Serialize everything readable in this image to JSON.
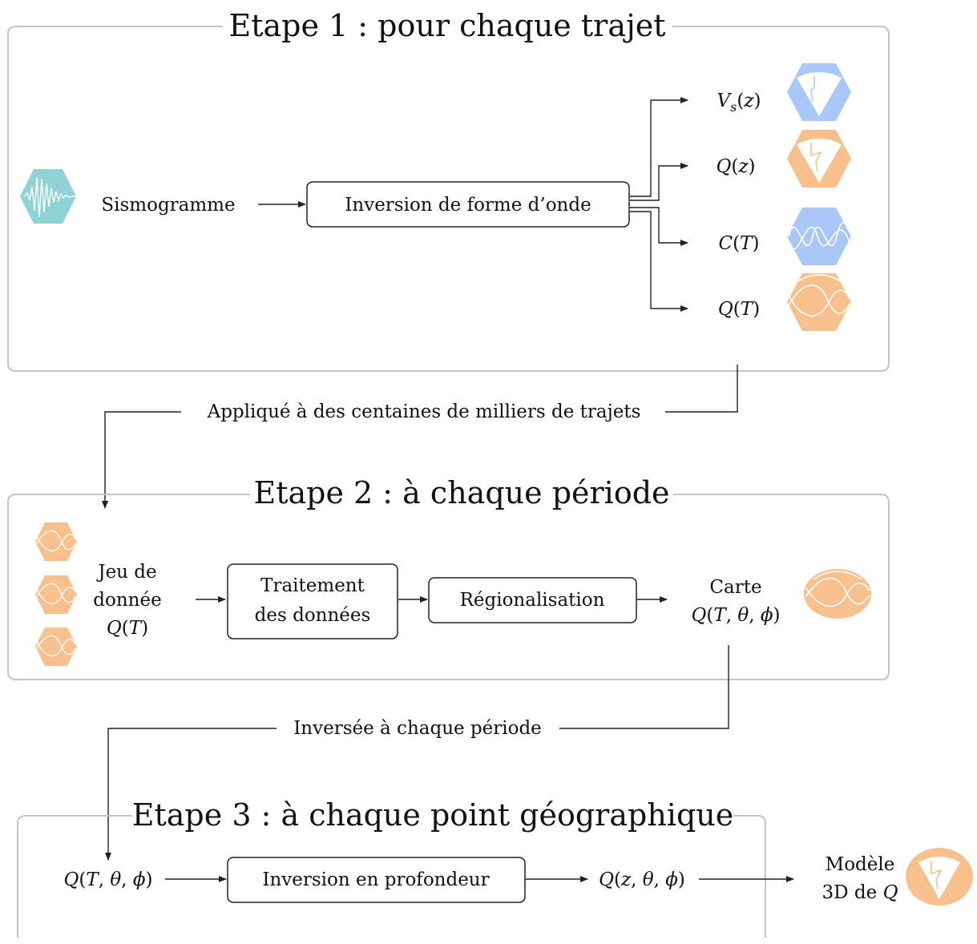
{
  "stage1": {
    "title": "Etape 1 : pour chaque trajet",
    "input_label": "Sismogramme",
    "process_label": "Inversion de forme d’onde",
    "outputs": [
      "V_s(z)",
      "Q(z)",
      "C(T)",
      "Q(T)"
    ]
  },
  "connector1": {
    "label": "Appliqué à des centaines de milliers de trajets"
  },
  "stage2": {
    "title": "Etape 2 : à chaque période",
    "dataset_label_line1": "Jeu de",
    "dataset_label_line2": "donnée",
    "dataset_label_line3": "Q(T)",
    "process1_line1": "Traitement",
    "process1_line2": "des données",
    "process2_label": "Régionalisation",
    "output_line1": "Carte",
    "output_line2": "Q(T, θ, ϕ)"
  },
  "connector2": {
    "label": "Inversée à chaque période"
  },
  "stage3": {
    "title": "Etape 3 : à chaque point géographique",
    "input_label": "Q(T, θ, ϕ)",
    "process_label": "Inversion en profondeur",
    "output_label": "Q(z, θ, ϕ)",
    "final_line1": "Modèle",
    "final_line2": "3D de Q"
  },
  "icons": {
    "seismogram": "seismogram-icon",
    "velocity_model": "velocity-model-icon",
    "attenuation_model": "attenuation-model-icon",
    "dispersion_curve": "dispersion-curve-icon",
    "attenuation_curve": "attenuation-curve-icon",
    "map": "attenuation-map-icon"
  },
  "colors": {
    "teal": "#8fd3d6",
    "blue": "#a9c8f7",
    "orange": "#f7c08c",
    "frame": "#c4c4c4"
  }
}
